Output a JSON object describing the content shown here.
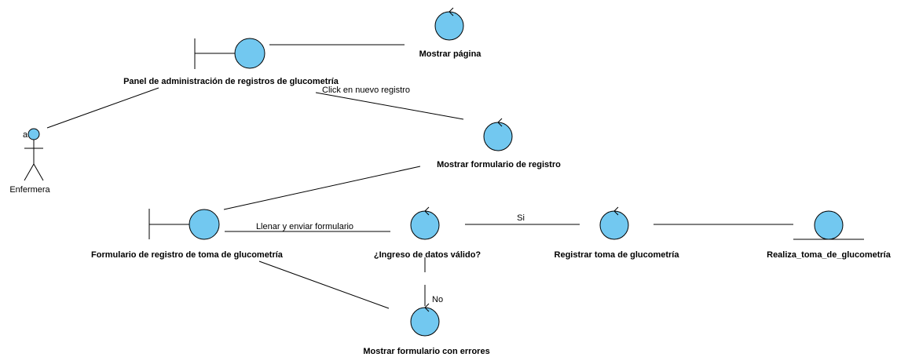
{
  "colors": {
    "fill": "#72c8f0",
    "stroke": "#000000",
    "background": "#ffffff"
  },
  "actor": {
    "name": "Enfermera",
    "tag": "a"
  },
  "boundaries": {
    "panel": "Panel de administración de registros de glucometría",
    "form": "Formulario de registro de toma de glucometría"
  },
  "controls": {
    "show_page": "Mostrar página",
    "show_form": "Mostrar formulario de registro",
    "validate": "¿Ingreso de datos válido?",
    "register": "Registrar toma de glucometría",
    "show_errors": "Mostrar formulario con errores"
  },
  "entities": {
    "record": "Realiza_toma_de_glucometría"
  },
  "edge_labels": {
    "click_new": "Click en nuevo registro",
    "fill_submit": "Llenar y enviar formulario",
    "yes": "Si",
    "no": "No"
  }
}
